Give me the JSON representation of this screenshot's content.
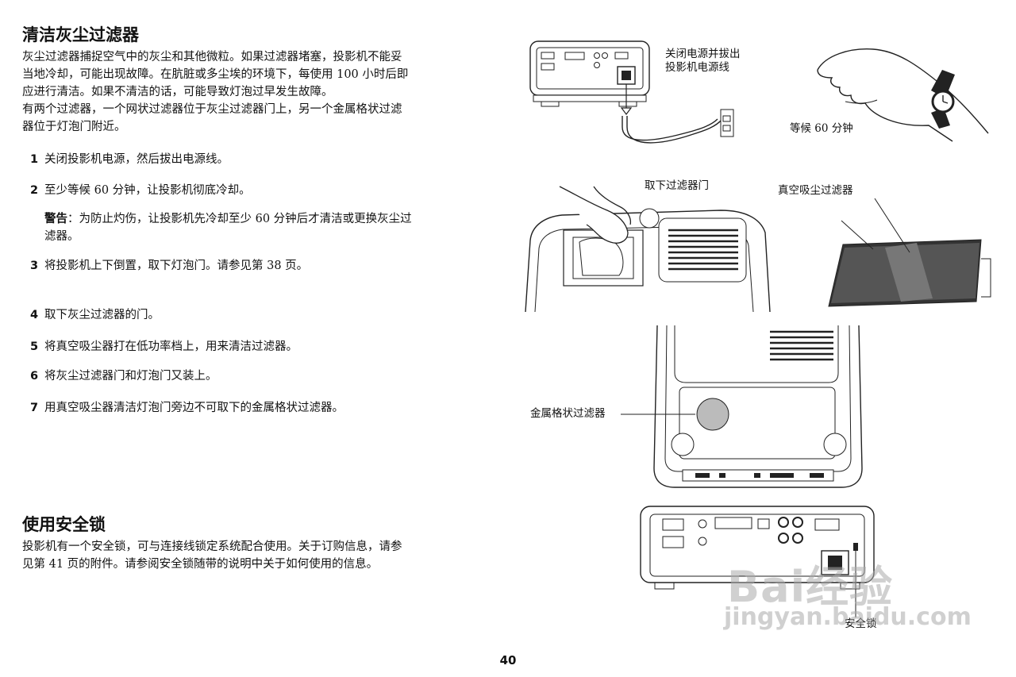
{
  "section1": {
    "title": "清洁灰尘过滤器",
    "intro": [
      "灰尘过滤器捕捉空气中的灰尘和其他微粒。如果过滤器堵塞，投影机不能妥",
      "当地冷却，可能出现故障。在肮脏或多尘埃的环境下，每使用 100 小时后即",
      "应进行清洁。如果不清洁的话，可能导致灯泡过早发生故障。",
      "有两个过滤器，一个网状过滤器位于灰尘过滤器门上，另一个金属格状过滤",
      "器位于灯泡门附近。"
    ],
    "steps": [
      {
        "num": "1",
        "text": "关闭投影机电源，然后拔出电源线。"
      },
      {
        "num": "2",
        "text": "至少等候 60 分钟，让投影机彻底冷却。"
      },
      {
        "num": "3",
        "text": "将投影机上下倒置，取下灯泡门。请参见第  38 页。"
      },
      {
        "num": "4",
        "text": "取下灰尘过滤器的门。"
      },
      {
        "num": "5",
        "text": "将真空吸尘器打在低功率档上，用来清洁过滤器。"
      },
      {
        "num": "6",
        "text": "将灰尘过滤器门和灯泡门又装上。"
      },
      {
        "num": "7",
        "text": "用真空吸尘器清洁灯泡门旁边不可取下的金属格状过滤器。"
      }
    ],
    "warning_label": "警告",
    "warning_line1": "：为防止灼伤，让投影机先冷却至少 60 分钟后才清洁或更换灰尘过",
    "warning_line2": "滤器。"
  },
  "section2": {
    "title": "使用安全锁",
    "body": [
      "投影机有一个安全锁，可与连接线锁定系统配合使用。关于订购信息，请参",
      "见第  41 页的附件。请参阅安全锁随带的说明中关于如何使用的信息。"
    ]
  },
  "captions": {
    "power_off_line1": "关闭电源并拔出",
    "power_off_line2": "投影机电源线",
    "wait": "等候 60 分钟",
    "remove_door": "取下过滤器门",
    "vacuum": "真空吸尘过滤器",
    "metal_filter": "金属格状过滤器",
    "security_lock": "安全锁"
  },
  "page_number": "40",
  "watermark": {
    "logo": "Bai经验",
    "url": "jingyan.baidu.com"
  }
}
